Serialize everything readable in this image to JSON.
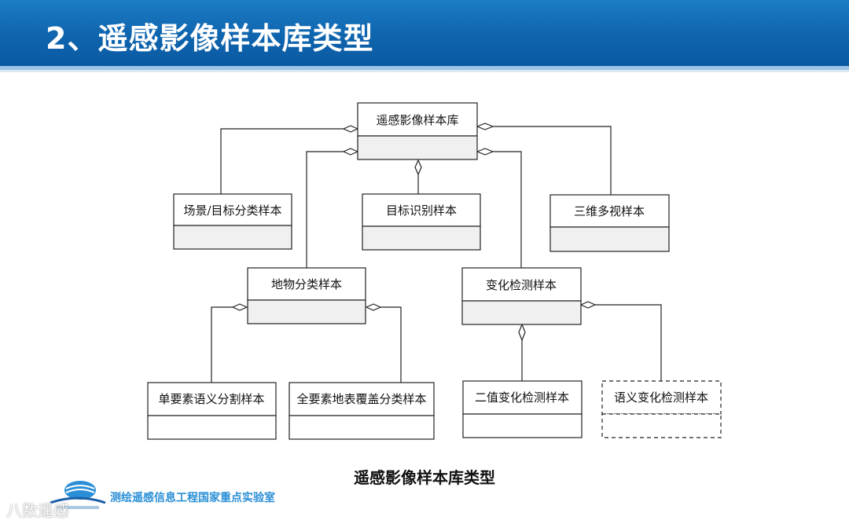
{
  "header": {
    "title": "2、遥感影像样本库类型"
  },
  "diagram": {
    "root": "遥感影像样本库",
    "scene_target": "场景/目标分类样本",
    "target_recognition": "目标识别样本",
    "multiview_3d": "三维多视样本",
    "landcover": "地物分类样本",
    "change_detection": "变化检测样本",
    "single_element_seg": "单要素语义分割样本",
    "full_element_cover": "全要素地表覆盖分类样本",
    "binary_change": "二值变化检测样本",
    "semantic_change": "语义变化检测样本"
  },
  "caption": "遥感影像样本库类型",
  "footer": {
    "lab_name": "测绘遥感信息工程国家重点实验室",
    "watermark": "八数遥感"
  },
  "colors": {
    "header_bg": "#0e64ad",
    "box_section": "#f0f0f0",
    "lab_text": "#2a8fd6"
  }
}
